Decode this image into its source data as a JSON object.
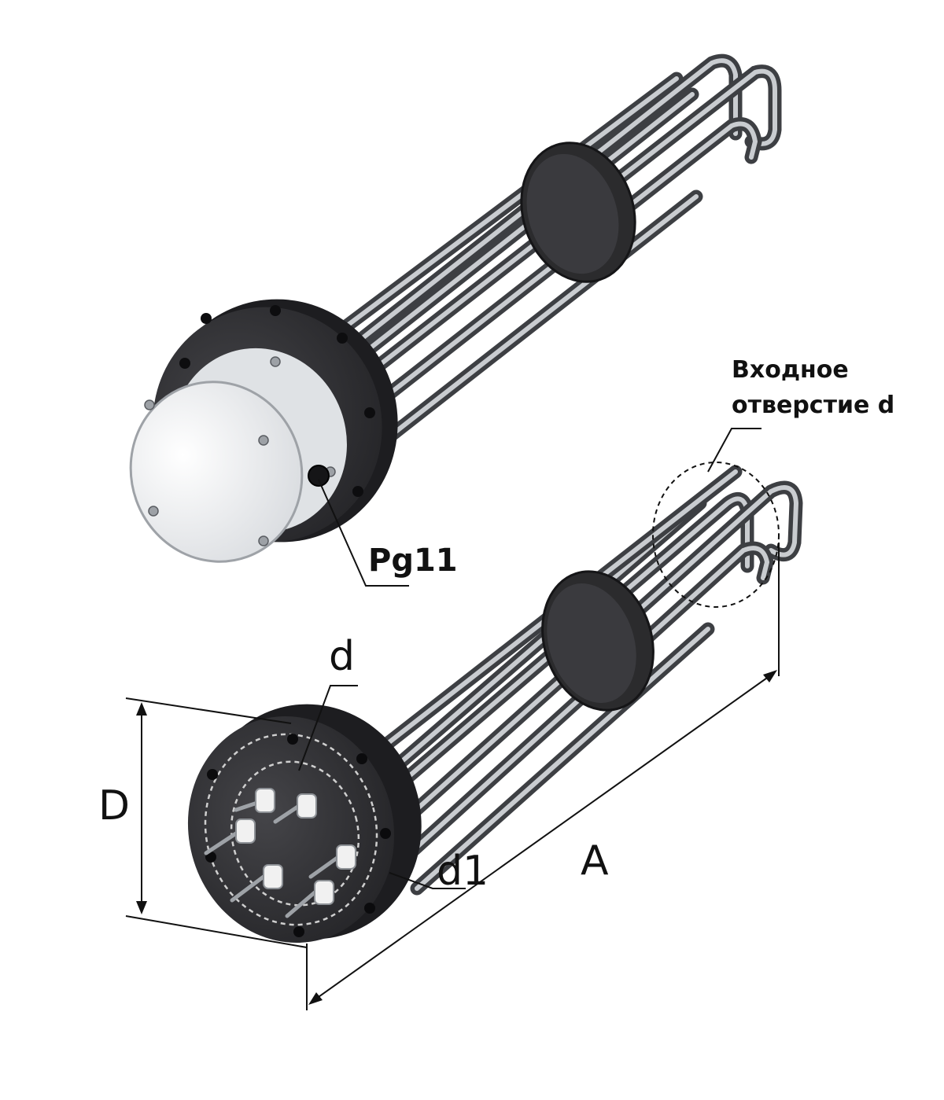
{
  "labels": {
    "inlet_line1": "Входное",
    "inlet_line2": "отверстие d",
    "pg": "Pg11",
    "d": "d",
    "D": "D",
    "d1": "d1",
    "A": "A"
  },
  "colors": {
    "flange": "#2b2b2d",
    "steel": "#8e9096",
    "cover": "#eef0f2",
    "line": "#111111"
  }
}
